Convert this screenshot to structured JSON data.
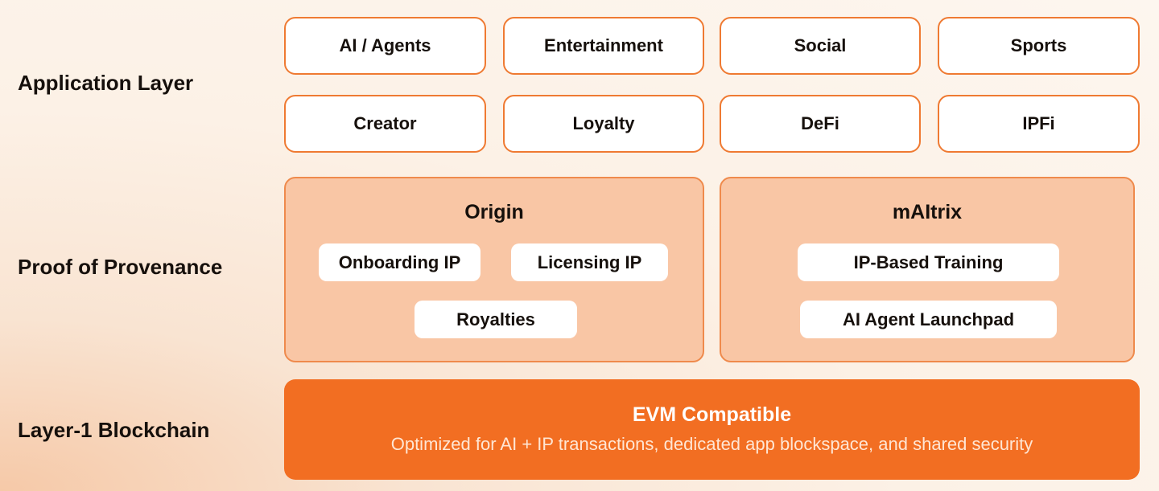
{
  "layers": {
    "application": "Application Layer",
    "provenance": "Proof of Provenance",
    "blockchain": "Layer-1 Blockchain"
  },
  "apps": {
    "row1": [
      "AI / Agents",
      "Entertainment",
      "Social",
      "Sports"
    ],
    "row2": [
      "Creator",
      "Loyalty",
      "DeFi",
      "IPFi"
    ]
  },
  "origin": {
    "title": "Origin",
    "items": [
      "Onboarding IP",
      "Licensing IP",
      "Royalties"
    ]
  },
  "maitrix": {
    "title": "mAItrix",
    "items": [
      "IP-Based Training",
      "AI Agent Launchpad"
    ]
  },
  "evm": {
    "title": "EVM Compatible",
    "subtitle": "Optimized for AI + IP transactions, dedicated app blockspace, and shared security"
  },
  "colors": {
    "accent": "#f26e22",
    "panel": "#f9c6a5",
    "border": "#ef7a32"
  }
}
